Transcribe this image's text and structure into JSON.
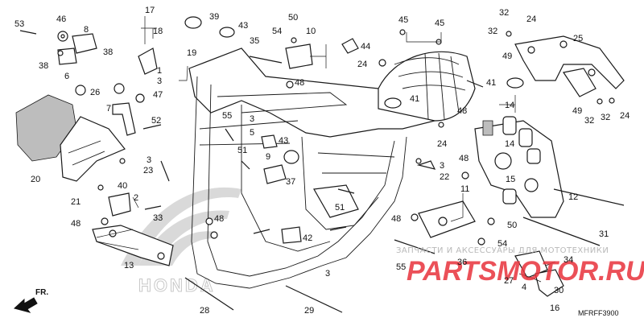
{
  "diagram": {
    "code": "MFRFF3900",
    "direction_label": "FR.",
    "watermark_caption": "ЗАПЧАСТИ И АКСЕССУАРЫ ДЛЯ МОТОТЕХНИКИ",
    "watermark_logo": "PARTSMOTOR.RU",
    "brand_mark": "HONDA",
    "callouts": [
      {
        "id": "c53",
        "label": "53"
      },
      {
        "id": "c46",
        "label": "46"
      },
      {
        "id": "c8",
        "label": "8"
      },
      {
        "id": "c38a",
        "label": "38"
      },
      {
        "id": "c6",
        "label": "6"
      },
      {
        "id": "c38b",
        "label": "38"
      },
      {
        "id": "c26",
        "label": "26"
      },
      {
        "id": "c17",
        "label": "17"
      },
      {
        "id": "c18",
        "label": "18"
      },
      {
        "id": "c19",
        "label": "19"
      },
      {
        "id": "c39",
        "label": "39"
      },
      {
        "id": "c43a",
        "label": "43"
      },
      {
        "id": "c50a",
        "label": "50"
      },
      {
        "id": "c54a",
        "label": "54"
      },
      {
        "id": "c10",
        "label": "10"
      },
      {
        "id": "c35",
        "label": "35"
      },
      {
        "id": "c44",
        "label": "44"
      },
      {
        "id": "c45a",
        "label": "45"
      },
      {
        "id": "c45b",
        "label": "45"
      },
      {
        "id": "c24a",
        "label": "24"
      },
      {
        "id": "c32a",
        "label": "32"
      },
      {
        "id": "c32b",
        "label": "32"
      },
      {
        "id": "c24b",
        "label": "24"
      },
      {
        "id": "c25",
        "label": "25"
      },
      {
        "id": "c49a",
        "label": "49"
      },
      {
        "id": "c1",
        "label": "1"
      },
      {
        "id": "c3a",
        "label": "3"
      },
      {
        "id": "c7",
        "label": "7"
      },
      {
        "id": "c47",
        "label": "47"
      },
      {
        "id": "c48a",
        "label": "48"
      },
      {
        "id": "c41a",
        "label": "41"
      },
      {
        "id": "c41b",
        "label": "41"
      },
      {
        "id": "c20",
        "label": "20"
      },
      {
        "id": "c52",
        "label": "52"
      },
      {
        "id": "c55a",
        "label": "55"
      },
      {
        "id": "c3b",
        "label": "3"
      },
      {
        "id": "c5",
        "label": "5"
      },
      {
        "id": "c43b",
        "label": "43"
      },
      {
        "id": "c14a",
        "label": "14"
      },
      {
        "id": "c14b",
        "label": "14"
      },
      {
        "id": "c48b",
        "label": "48"
      },
      {
        "id": "c24c",
        "label": "24"
      },
      {
        "id": "c49b",
        "label": "49"
      },
      {
        "id": "c32c",
        "label": "32"
      },
      {
        "id": "c32d",
        "label": "32"
      },
      {
        "id": "c24d",
        "label": "24"
      },
      {
        "id": "c51a",
        "label": "51"
      },
      {
        "id": "c9",
        "label": "9"
      },
      {
        "id": "c3c",
        "label": "3"
      },
      {
        "id": "c23",
        "label": "23"
      },
      {
        "id": "c37",
        "label": "37"
      },
      {
        "id": "c3d",
        "label": "3"
      },
      {
        "id": "c22",
        "label": "22"
      },
      {
        "id": "c48c",
        "label": "48"
      },
      {
        "id": "c15",
        "label": "15"
      },
      {
        "id": "c21",
        "label": "21"
      },
      {
        "id": "c40",
        "label": "40"
      },
      {
        "id": "c2",
        "label": "2"
      },
      {
        "id": "c33",
        "label": "33"
      },
      {
        "id": "c48d",
        "label": "48"
      },
      {
        "id": "c48e",
        "label": "48"
      },
      {
        "id": "c51b",
        "label": "51"
      },
      {
        "id": "c11",
        "label": "11"
      },
      {
        "id": "c12",
        "label": "12"
      },
      {
        "id": "c48f",
        "label": "48"
      },
      {
        "id": "c50b",
        "label": "50"
      },
      {
        "id": "c42",
        "label": "42"
      },
      {
        "id": "c54b",
        "label": "54"
      },
      {
        "id": "c31",
        "label": "31"
      },
      {
        "id": "c13",
        "label": "13"
      },
      {
        "id": "c55b",
        "label": "55"
      },
      {
        "id": "c36",
        "label": "36"
      },
      {
        "id": "c34",
        "label": "34"
      },
      {
        "id": "c3e",
        "label": "3"
      },
      {
        "id": "c27",
        "label": "27"
      },
      {
        "id": "c4",
        "label": "4"
      },
      {
        "id": "c30",
        "label": "30"
      },
      {
        "id": "c16",
        "label": "16"
      },
      {
        "id": "c28",
        "label": "28"
      },
      {
        "id": "c29",
        "label": "29"
      }
    ]
  }
}
